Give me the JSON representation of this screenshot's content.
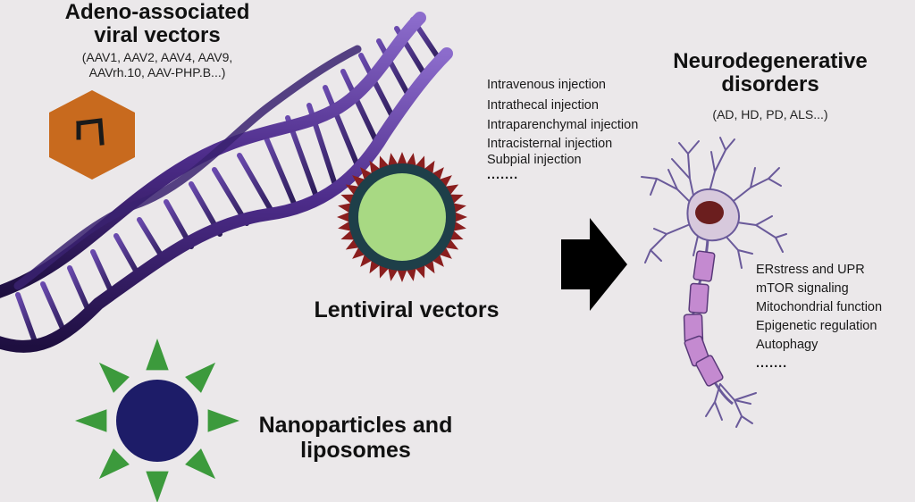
{
  "aav": {
    "title_line1": "Adeno-associated",
    "title_line2": "viral vectors",
    "subtitle_line1": "(AAV1, AAV2, AAV4, AAV9,",
    "subtitle_line2": "AAVrh.10, AAV-PHP.B...)"
  },
  "routes": {
    "items": [
      "Intravenous injection",
      "Intrathecal injection",
      "Intraparenchymal injection",
      "Intracisternal injection",
      "Subpial injection",
      "......."
    ]
  },
  "disorders": {
    "title_line1": "Neurodegenerative",
    "title_line2": "disorders",
    "subtitle": "(AD, HD, PD, ALS...)"
  },
  "lentiviral": {
    "label": "Lentiviral vectors"
  },
  "nanoparticles": {
    "label_line1": "Nanoparticles and",
    "label_line2": "liposomes"
  },
  "mechanisms": {
    "items": [
      "ERstress and UPR",
      "mTOR signaling",
      "Mitochondrial function",
      "Epigenetic regulation",
      "Autophagy",
      "......."
    ]
  },
  "colors": {
    "background": "#ebe8ea",
    "dna_strand": "#5a3a96",
    "aav_capsid": "#c86a1e",
    "lentivirus_spikes": "#8a1e1e",
    "lentivirus_ring": "#1e3f49",
    "lentivirus_core": "#a8d983",
    "nanoparticle_core": "#1d1c68",
    "nanoparticle_spikes": "#3c9a3c",
    "neuron_body": "#d7c9dc",
    "neuron_nucleus": "#6b1e1e",
    "myelin": "#c48ad0",
    "arrow": "#000000"
  }
}
